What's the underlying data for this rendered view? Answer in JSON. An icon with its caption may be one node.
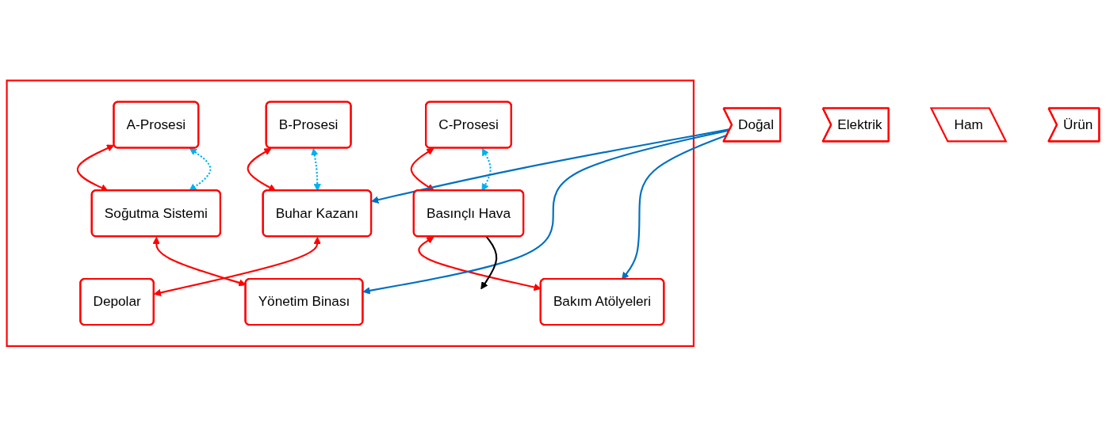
{
  "diagram": {
    "nodes": [
      {
        "text": [],
        "shape": "box"
      },
      {
        "text": [
          "A-Prosesi"
        ],
        "in": 0
      },
      {
        "text": [
          "B-Prosesi"
        ],
        "in": 0
      },
      {
        "text": [
          "C-Prosesi"
        ],
        "in": 0
      },
      {
        "text": [
          "Soğutma Sistemi"
        ],
        "in": 0
      },
      {
        "text": [
          "Buhar Kazanı"
        ],
        "in": 0
      },
      {
        "text": [
          "Basınçlı Hava"
        ],
        "in": 0
      },
      {
        "text": [
          "Yönetim Binası"
        ],
        "in": 0
      },
      {
        "text": [
          "Depolar"
        ],
        "in": 0
      },
      {
        "text": [
          "Bakım Atölyeleri"
        ],
        "in": 0
      },
      {
        "text": [
          "Elektrik"
        ]
      },
      {
        "text": [
          "Doğal"
        ]
      },
      {
        "text": [
          "Ham"
        ]
      },
      {
        "text": [
          "Ürün"
        ]
      }
    ],
    "edges": [
      {
        "from": 1,
        "to": 4,
        "arrow": "both"
      },
      {
        "from": 1,
        "to": 4,
        "arrow": "both",
        "style": "dashed",
        "color": "#00b0f0"
      },
      {
        "from": 2,
        "to": 5,
        "arrow": "both"
      },
      {
        "from": 2,
        "to": 5,
        "arrow": "both",
        "style": "dashed",
        "color": "#00b0f0"
      },
      {
        "from": 3,
        "to": 6,
        "arrow": "both"
      },
      {
        "from": 3,
        "to": 6,
        "arrow": "both",
        "style": "dashed",
        "color": "#00b0f0"
      },
      {
        "from": 4,
        "to": 7,
        "arrow": "both"
      },
      {
        "from": 5,
        "to": 8,
        "arrow": "both"
      },
      {
        "from": 6,
        "to": 9,
        "arrow": "both"
      },
      {
        "from": 11,
        "to": 5,
        "arrow": "to",
        "color": "#0070c0"
      },
      {
        "from": 11,
        "to": 7,
        "arrow": "to",
        "color": "#0070c0"
      },
      {
        "from": 11,
        "to": 9,
        "arrow": "to",
        "color": "#0070c0"
      },
      {
        "from": 6,
        "to": null,
        "arrow": "to",
        "color": "#000000"
      }
    ]
  }
}
